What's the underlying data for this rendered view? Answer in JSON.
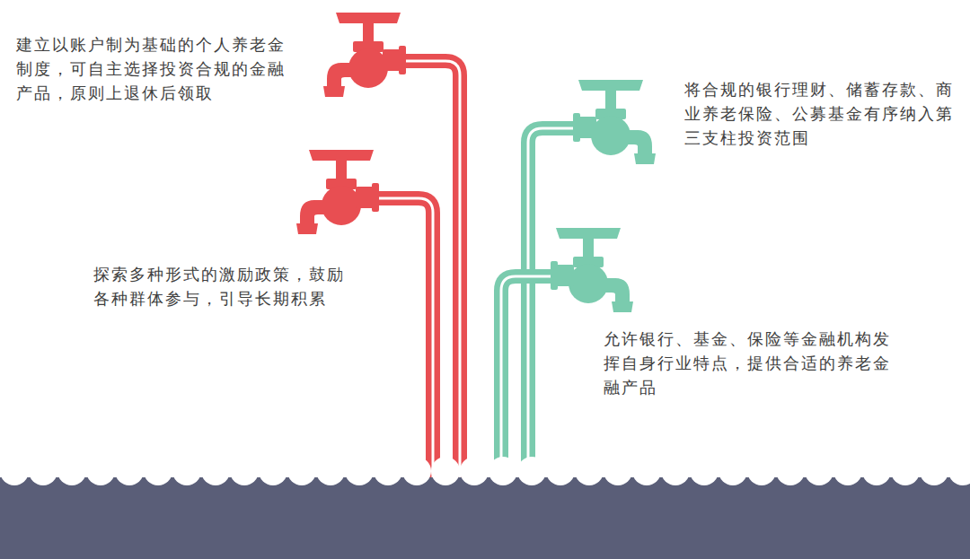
{
  "diagram": {
    "labels": [
      "建立以账户制为基础的个人养老金制度，可自主选择投资合规的金融产品，原则上退休后领取",
      "将合规的银行理财、储蓄存款、商业养老保险、公募基金有序纳入第三支柱投资范围",
      "探索多种形式的激励政策，鼓励各种群体参与，引导长期积累",
      "允许银行、基金、保险等金融机构发挥自身行业特点，提供合适的养老金融产品"
    ]
  }
}
